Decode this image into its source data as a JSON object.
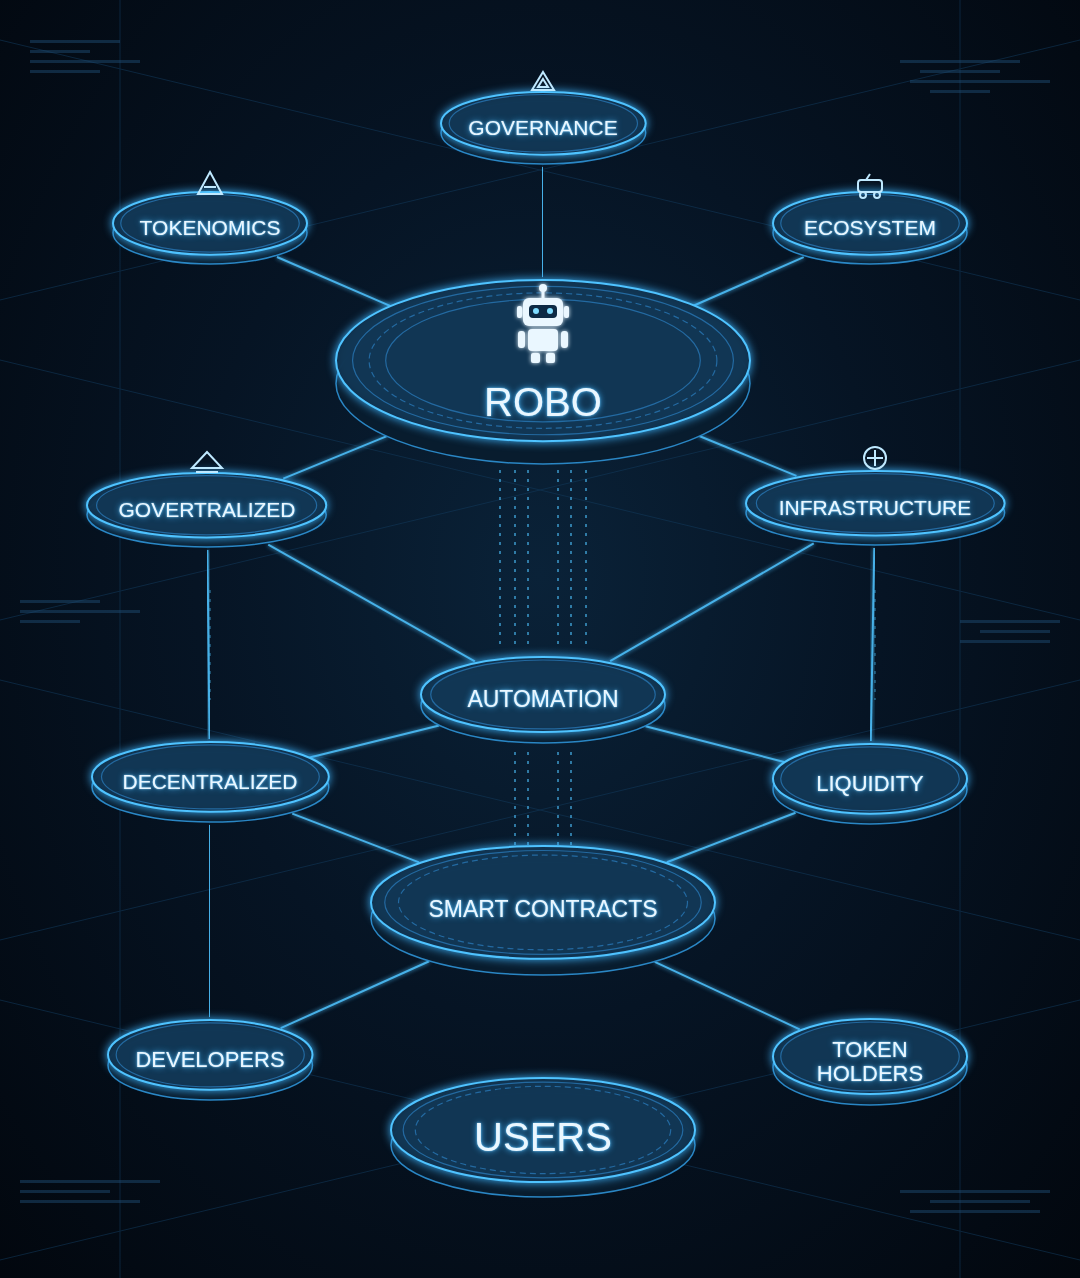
{
  "diagram": {
    "nodes": [
      {
        "text": [
          "GOVERNANCE"
        ]
      },
      {
        "text": [
          "TOKENOMICS"
        ]
      },
      {
        "text": [
          "ECOSYSTEM"
        ]
      },
      {
        "text": [
          "ROBO"
        ]
      },
      {
        "text": [
          "GOVERTRALIZED"
        ]
      },
      {
        "text": [
          "INFRASTRUCTURE"
        ]
      },
      {
        "text": [
          "AUTOMATION"
        ]
      },
      {
        "text": [
          "DECENTRALIZED"
        ]
      },
      {
        "text": [
          "LIQUIDITY"
        ]
      },
      {
        "text": [
          "SMART CONTRACTS"
        ]
      },
      {
        "text": [
          "DEVELOPERS"
        ]
      },
      {
        "text": [
          "TOKEN HOLDERS"
        ]
      },
      {
        "text": [
          "USERS"
        ]
      }
    ],
    "edges": [
      {
        "from": 0,
        "to": 3,
        "arrow": "none"
      },
      {
        "from": 1,
        "to": 3,
        "arrow": "none"
      },
      {
        "from": 2,
        "to": 3,
        "arrow": "none"
      },
      {
        "from": 3,
        "to": 4,
        "arrow": "none"
      },
      {
        "from": 3,
        "to": 5,
        "arrow": "none"
      },
      {
        "from": 3,
        "to": 6,
        "arrow": "none"
      },
      {
        "from": 4,
        "to": 6,
        "arrow": "none"
      },
      {
        "from": 5,
        "to": 6,
        "arrow": "none"
      },
      {
        "from": 4,
        "to": 7,
        "arrow": "none"
      },
      {
        "from": 5,
        "to": 8,
        "arrow": "none"
      },
      {
        "from": 6,
        "to": 7,
        "arrow": "none"
      },
      {
        "from": 6,
        "to": 8,
        "arrow": "none"
      },
      {
        "from": 6,
        "to": 9,
        "arrow": "none"
      },
      {
        "from": 7,
        "to": 9,
        "arrow": "none"
      },
      {
        "from": 8,
        "to": 9,
        "arrow": "none"
      },
      {
        "from": 7,
        "to": 10,
        "arrow": "none"
      },
      {
        "from": 8,
        "to": 11,
        "arrow": "none"
      },
      {
        "from": 10,
        "to": 9,
        "arrow": "none"
      },
      {
        "from": 11,
        "to": 9,
        "arrow": "none"
      },
      {
        "from": 9,
        "to": 12,
        "arrow": "none"
      }
    ]
  }
}
